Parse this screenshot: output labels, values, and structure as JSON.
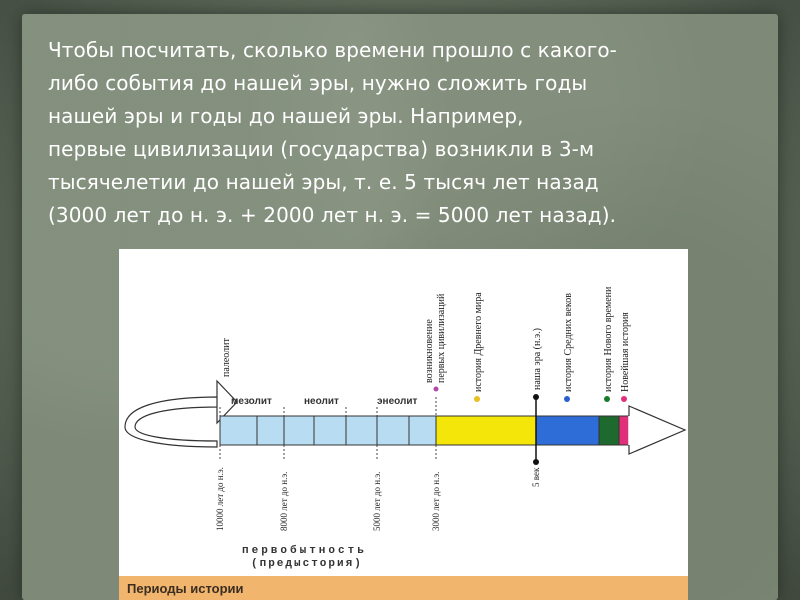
{
  "paragraph": {
    "lines": [
      "Чтобы посчитать, сколько времени прошло с какого-",
      "либо события до нашей эры, нужно сложить годы",
      "нашей эры и годы до нашей эры. Например,",
      "первые цивилизации (государства) возникли в 3-м",
      "тысячелетии до нашей эры, т. е. 5 тысяч лет назад",
      "(3000 лет до н. э. + 2000 лет н. э. = 5000 лет назад)."
    ]
  },
  "timeline": {
    "vertical_labels": {
      "paleolit": "палеолит",
      "first_civ_line1": "возникновение",
      "first_civ_line2": "первых цивилизаций",
      "ancient_world": "история Древнего мира",
      "our_era": "наша эра (н.э.)",
      "middle_ages": "история Средних веков",
      "new_time": "история Нового времени",
      "newest": "Новейшая история"
    },
    "period_labels": {
      "mezolit": "мезолит",
      "neolit": "неолит",
      "eneolit": "энеолит"
    },
    "dates": {
      "d10000": "10000 лет до н.э.",
      "d8000": "8000 лет до н.э.",
      "d5000": "5000 лет до н.э.",
      "d3000": "3000 лет до н.э.",
      "v5": "5 век"
    },
    "prehistory": {
      "line1": "первобытность",
      "line2": "(предыстория)"
    },
    "caption": "Периоды истории",
    "colors": {
      "prehistory": "#b8dcf2",
      "ancient": "#f5e60a",
      "middle": "#2e6cd8",
      "new": "#1e6a2e",
      "newest": "#e0307a",
      "dot_first_civ": "#b04aa8",
      "dot_ancient": "#e8c020",
      "dot_era": "#111111",
      "dot_middle": "#2a5fd0",
      "dot_new": "#1a7a2a",
      "dot_newest": "#e0307a",
      "caption_bar": "#f1b56d"
    }
  }
}
